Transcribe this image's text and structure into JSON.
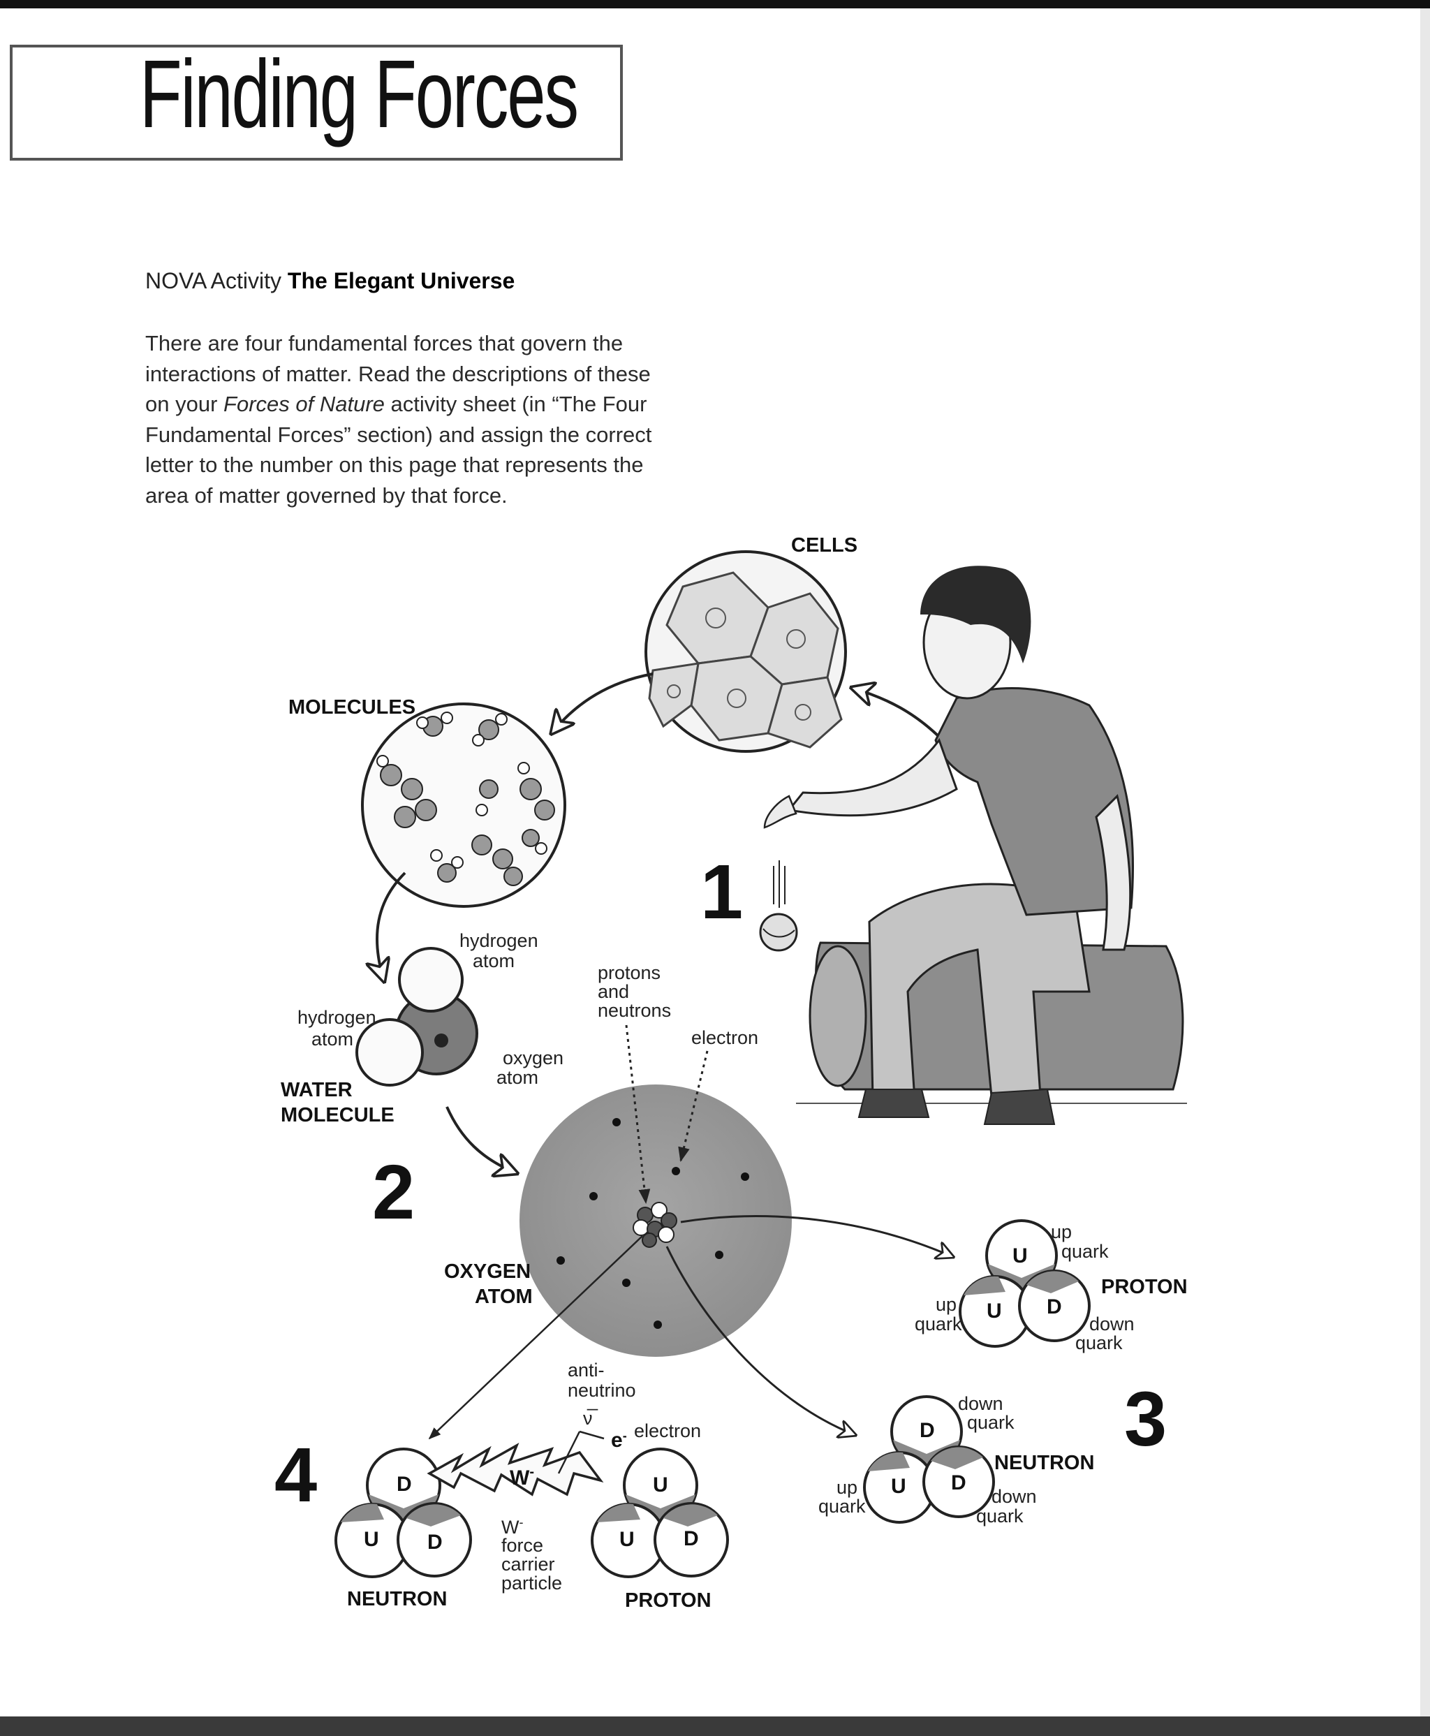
{
  "title": "Finding Forces",
  "subtitle": {
    "prefix": "NOVA Activity",
    "name": "The Elegant Universe"
  },
  "intro": {
    "part1": "There are four fundamental forces that govern the interactions of matter. Read the descriptions of these on your",
    "italic": "Forces of Nature",
    "part2": "activity sheet (in “The Four Fundamental Forces” section) and assign the correct letter to the number on this page that represents the area of matter governed by that force."
  },
  "labels": {
    "cells": "CELLS",
    "molecules": "MOLECULES",
    "hydrogen_atom_top": [
      "hydrogen",
      "atom"
    ],
    "hydrogen_atom_left": [
      "hydrogen",
      "atom"
    ],
    "oxygen_atom_small": [
      "oxygen",
      "atom"
    ],
    "water_molecule": [
      "WATER",
      "MOLECULE"
    ],
    "protons_neutrons": [
      "protons",
      "and",
      "neutrons"
    ],
    "electron": "electron",
    "oxygen_atom": [
      "OXYGEN",
      "ATOM"
    ],
    "proton_right": "PROTON",
    "neutron_right": "NEUTRON",
    "up_quark": [
      "up",
      "quark"
    ],
    "down_quark": [
      "down",
      "quark"
    ],
    "antineutrino": [
      "anti-",
      "neutrino"
    ],
    "nu_bar": "ν̅",
    "e_minus": "e",
    "e_sup": "-",
    "electron_decay": "electron",
    "w_minus": "W",
    "w_sup": "-",
    "w_carrier": [
      "W",
      "force",
      "carrier",
      "particle"
    ],
    "neutron_bottom": "NEUTRON",
    "proton_bottom": "PROTON"
  },
  "numbers": [
    "1",
    "2",
    "3",
    "4"
  ],
  "quarks": {
    "up": "U",
    "down": "D"
  }
}
